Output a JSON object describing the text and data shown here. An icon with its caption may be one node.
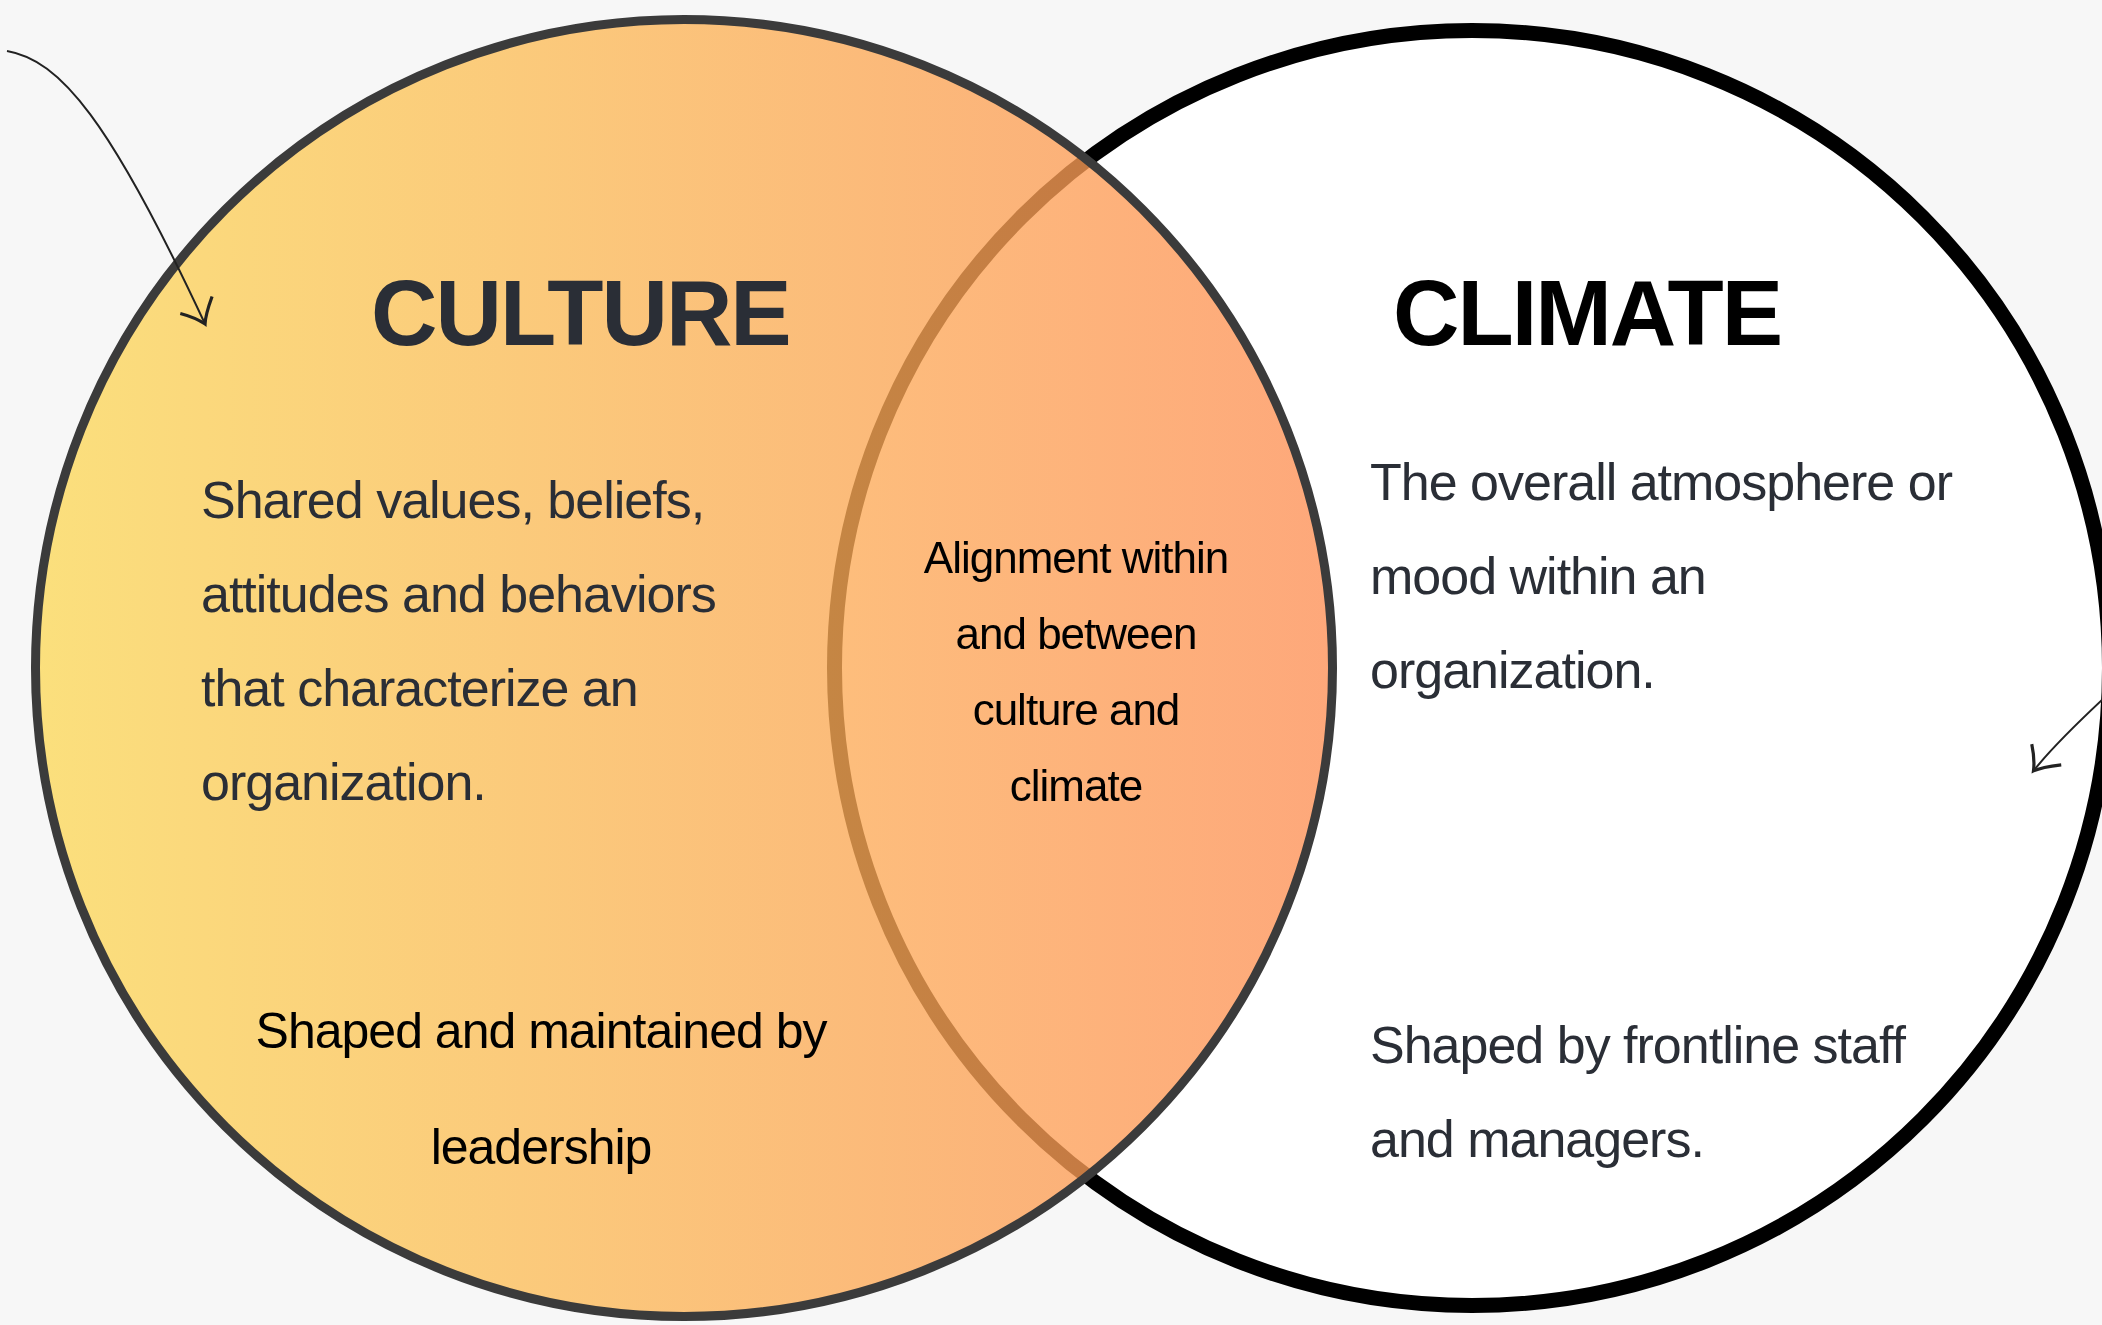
{
  "diagram": {
    "nodes": [
      {
        "text": [
          "CULTURE",
          "Shared values, beliefs, attitudes and behaviors that characterize an organization.",
          "Shaped and maintained by leadership"
        ]
      },
      {
        "text": [
          "CLIMATE",
          "The overall atmosphere or mood within an organization.",
          "Shaped by frontline staff and managers."
        ]
      },
      {
        "text": [
          "Alignment within and between culture and climate"
        ]
      }
    ],
    "edges": [
      {
        "from": null,
        "to": 0,
        "arrow": "to"
      },
      {
        "from": null,
        "to": 1,
        "arrow": "to"
      }
    ]
  }
}
